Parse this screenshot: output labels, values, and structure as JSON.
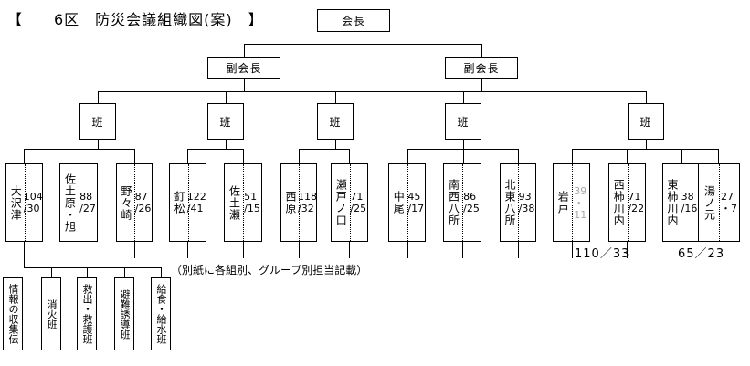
{
  "title": "【　　6区　防災会議組織図(案)　】",
  "chairman": "会長",
  "vice_chairman": "副会長",
  "group_label": "班",
  "teams": [
    {
      "name": "大沢津",
      "nums": "104\n/30"
    },
    {
      "name": "佐土原・旭",
      "nums": "88\n/27"
    },
    {
      "name": "野々崎",
      "nums": "87\n/26"
    },
    {
      "name": "釘松",
      "nums": "122\n/41"
    },
    {
      "name": "佐土瀬",
      "nums": "51\n/15"
    },
    {
      "name": "西原",
      "nums": "118\n/32"
    },
    {
      "name": "瀬戸ノ口",
      "nums": "71\n/25"
    },
    {
      "name": "中尾",
      "nums": "45\n/17"
    },
    {
      "name": "南西八所",
      "nums": "86\n/25"
    },
    {
      "name": "北東八所",
      "nums": "93\n/38"
    },
    {
      "name": "岩戸",
      "nums": "39\n・\n11",
      "num_style": "color:#a5a5b0"
    },
    {
      "name": "西柿川内",
      "nums": "71\n/22"
    },
    {
      "name": "東柿川内",
      "nums": "38\n/16"
    },
    {
      "name": "湯ノ元",
      "nums": "27\n・7"
    }
  ],
  "group_totals": [
    "110／33",
    "65／23"
  ],
  "duties": [
    "情報の収集伝",
    "消火班",
    "救出・救護班",
    "避難誘導班",
    "給食・給水班"
  ],
  "note": "（別紙に各組別、グループ別担当記載）",
  "colors": {
    "line": "#000000",
    "muted_number": "#a5a5b0"
  }
}
